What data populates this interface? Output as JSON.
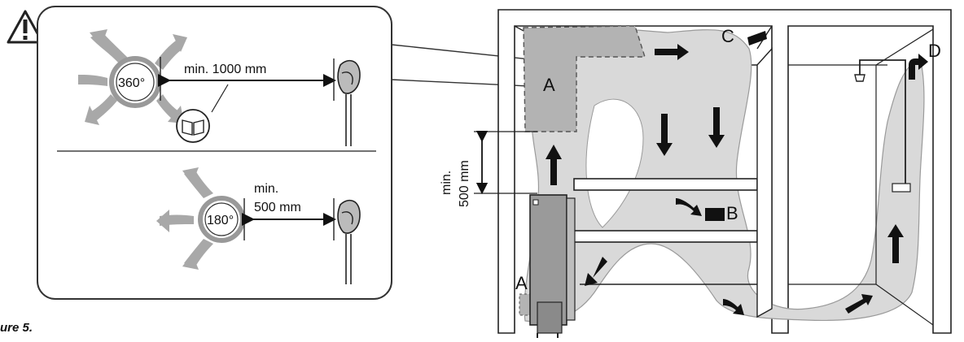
{
  "caption": "ure 5.",
  "inset": {
    "top": {
      "angle": "360°",
      "distance": "min. 1000 mm",
      "icons": [
        "warning-icon",
        "manual-book-icon",
        "fan-icon",
        "sensor-icon"
      ]
    },
    "bottom": {
      "angle": "180°",
      "distance_line1": "min.",
      "distance_line2": "500 mm"
    }
  },
  "sauna": {
    "vertical_distance_line1": "min.",
    "vertical_distance_line2": "500 mm",
    "label_a_upper": "A",
    "label_a_lower": "A",
    "label_b": "B",
    "label_c": "C",
    "label_d": "D"
  },
  "colors": {
    "airflow_fill": "#d9d9d9",
    "airflow_arrow": "#a8a8a8",
    "line": "#222222",
    "zone_a": "#b3b3b3"
  }
}
